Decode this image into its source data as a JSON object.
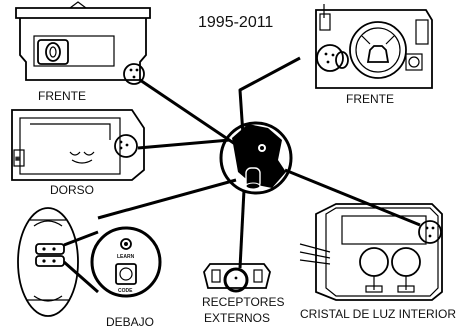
{
  "title": "1995-2011",
  "labels": {
    "frente_left": "FRENTE",
    "frente_right": "FRENTE",
    "dorso": "DORSO",
    "debajo": "DEBAJO",
    "receptores_line1": "RECEPTORES",
    "receptores_line2": "EXTERNOS",
    "cristal": "CRISTAL DE LUZ INTERIOR",
    "learn": "LEARN",
    "code": "CODE"
  },
  "icons": [
    "learn-button-icon",
    "motor-unit-icon",
    "circuit-board-icon",
    "light-lens-icon",
    "remote-receiver-icon"
  ]
}
